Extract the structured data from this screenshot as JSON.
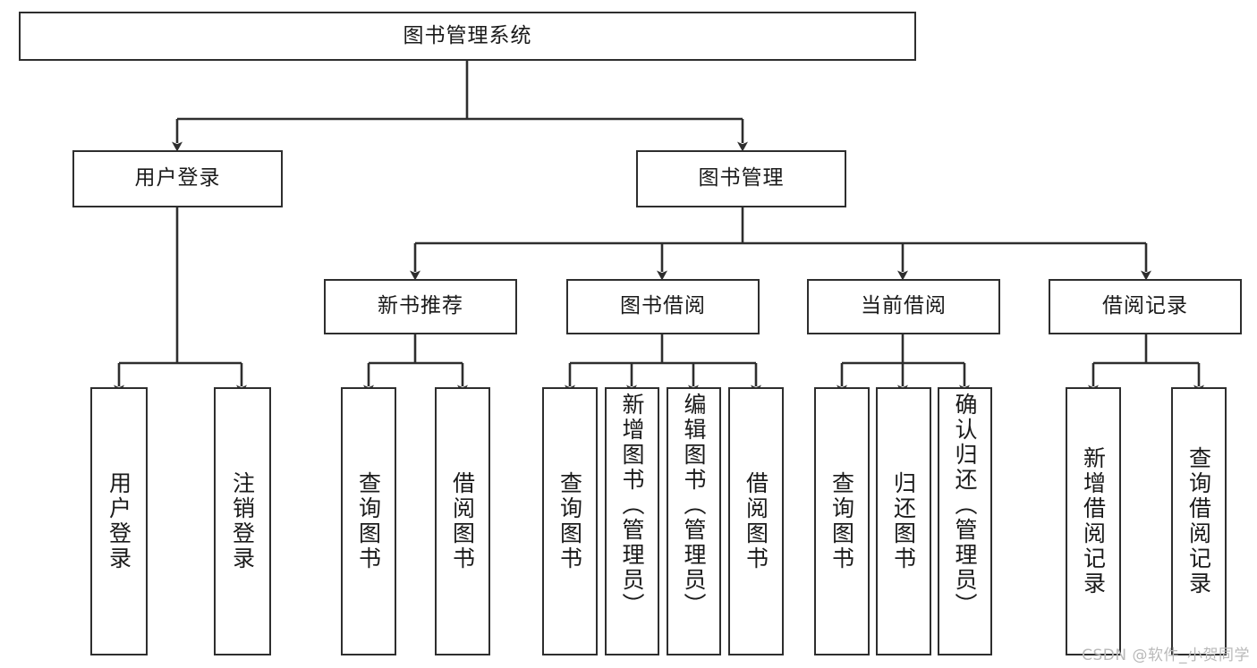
{
  "diagram": {
    "title": "图书管理系统",
    "watermark": "CSDN @软件_小贺同学",
    "line_color": "#2e2e2e",
    "box_fill": "#ffffff",
    "text_color": "#1a1a1a",
    "watermark_color": "#b9b9b9",
    "nodes": {
      "root": {
        "label": "图书管理系统"
      },
      "level2": [
        {
          "id": "user-login",
          "label": "用户登录"
        },
        {
          "id": "book-management",
          "label": "图书管理"
        }
      ],
      "level3": [
        {
          "id": "new-book-recommend",
          "label": "新书推荐"
        },
        {
          "id": "book-borrow",
          "label": "图书借阅"
        },
        {
          "id": "current-borrow",
          "label": "当前借阅"
        },
        {
          "id": "borrow-record",
          "label": "借阅记录"
        }
      ],
      "leaves": [
        {
          "id": "leaf-user-login",
          "label": "用户登录"
        },
        {
          "id": "leaf-logout",
          "label": "注销登录"
        },
        {
          "id": "leaf-query-book-1",
          "label": "查询图书"
        },
        {
          "id": "leaf-borrow-book-1",
          "label": "借阅图书"
        },
        {
          "id": "leaf-query-book-2",
          "label": "查询图书"
        },
        {
          "id": "leaf-add-book",
          "label": "新增图书（管理员）"
        },
        {
          "id": "leaf-edit-book",
          "label": "编辑图书（管理员）"
        },
        {
          "id": "leaf-borrow-book-2",
          "label": "借阅图书"
        },
        {
          "id": "leaf-query-book-3",
          "label": "查询图书"
        },
        {
          "id": "leaf-return-book",
          "label": "归还图书"
        },
        {
          "id": "leaf-confirm-return",
          "label": "确认归还（管理员）"
        },
        {
          "id": "leaf-add-record",
          "label": "新增借阅记录"
        },
        {
          "id": "leaf-query-record",
          "label": "查询借阅记录"
        }
      ]
    }
  }
}
